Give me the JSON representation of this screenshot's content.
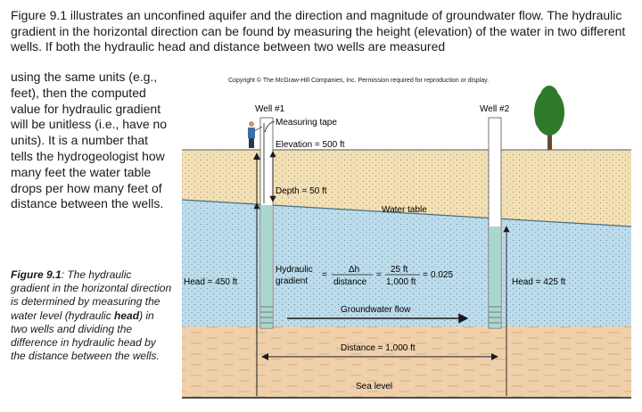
{
  "intro_text": "Figure 9.1 illustrates an unconfined aquifer and the direction and magnitude of groundwater flow. The hydraulic gradient in the horizontal direction can be found by measuring the height (elevation) of the water in two different wells. If both the hydraulic head and distance between two wells are measured",
  "side_text": "using the same units (e.g., feet), then the computed value for hydraulic gradient will be unitless (i.e., have no units). It is a number that tells the hydrogeologist how many feet the water table drops per how many feet of distance between the wells.",
  "caption": {
    "label": "Figure 9.1",
    "part1": ": The hydraulic gradient in the horizontal direction is determined by measuring the water level (hydraulic ",
    "bold_word": "head",
    "part2": ") in two wells and dividing the difference in hydraulic head by the distance between the wells."
  },
  "figure": {
    "copyright": "Copyright © The McGraw-Hill Companies, Inc.  Permission required for reproduction or display.",
    "well1_label": "Well #1",
    "well2_label": "Well #2",
    "measuring_tape": "Measuring tape",
    "elevation": "Elevation = 500 ft",
    "depth": "Depth = 50 ft",
    "water_table": "Water table",
    "head_left": "Head = 450 ft",
    "head_right": "Head = 425 ft",
    "formula": {
      "lhs_top": "Hydraulic",
      "lhs_bottom": "gradient",
      "eq": "=",
      "num1": "Δh",
      "den1": "distance",
      "num2": "25 ft",
      "den2": "1,000 ft",
      "result": "0.025"
    },
    "groundwater_flow": "Groundwater flow",
    "distance": "Distance = 1,000 ft",
    "sea_level": "Sea level",
    "colors": {
      "dry_zone": "#f3e0b5",
      "saturated": "#bcdcec",
      "bedrock": "#efd0ab",
      "well_water": "#a8d8cc",
      "tree": "#2f7a2a"
    }
  }
}
